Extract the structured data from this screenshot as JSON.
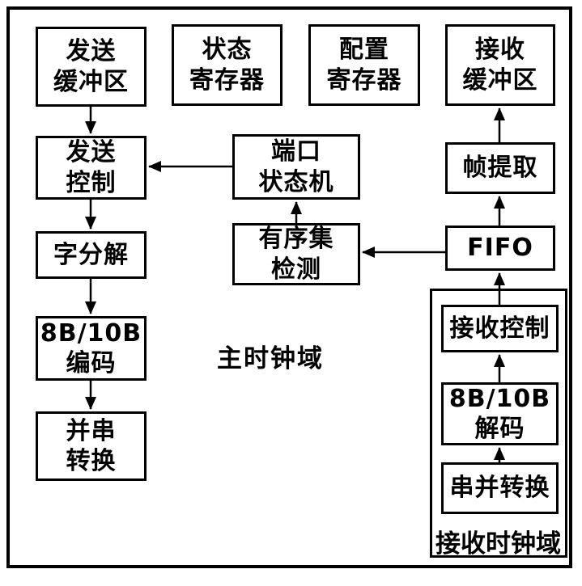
{
  "diagram": {
    "boxes": {
      "send_buffer": "发送\n缓冲区",
      "status_register": "状态\n寄存器",
      "config_register": "配置\n寄存器",
      "receive_buffer": "接收\n缓冲区",
      "send_control": "发送\n控制",
      "word_split": "字分解",
      "encoder_8b10b": "8B/10B\n编码",
      "parallel_to_serial": "并串\n转换",
      "port_state_machine": "端口\n状态机",
      "ordered_set_detect": "有序集\n检测",
      "frame_extract": "帧提取",
      "fifo": "FIFO",
      "receive_control": "接收控制",
      "decoder_8b10b": "8B/10B\n解码",
      "serial_to_parallel": "串并转换"
    },
    "regions": {
      "main_clock_domain": "主时钟域",
      "receive_clock_domain": "接收时钟域"
    },
    "colors": {
      "line": "#000000",
      "background": "#ffffff"
    }
  }
}
